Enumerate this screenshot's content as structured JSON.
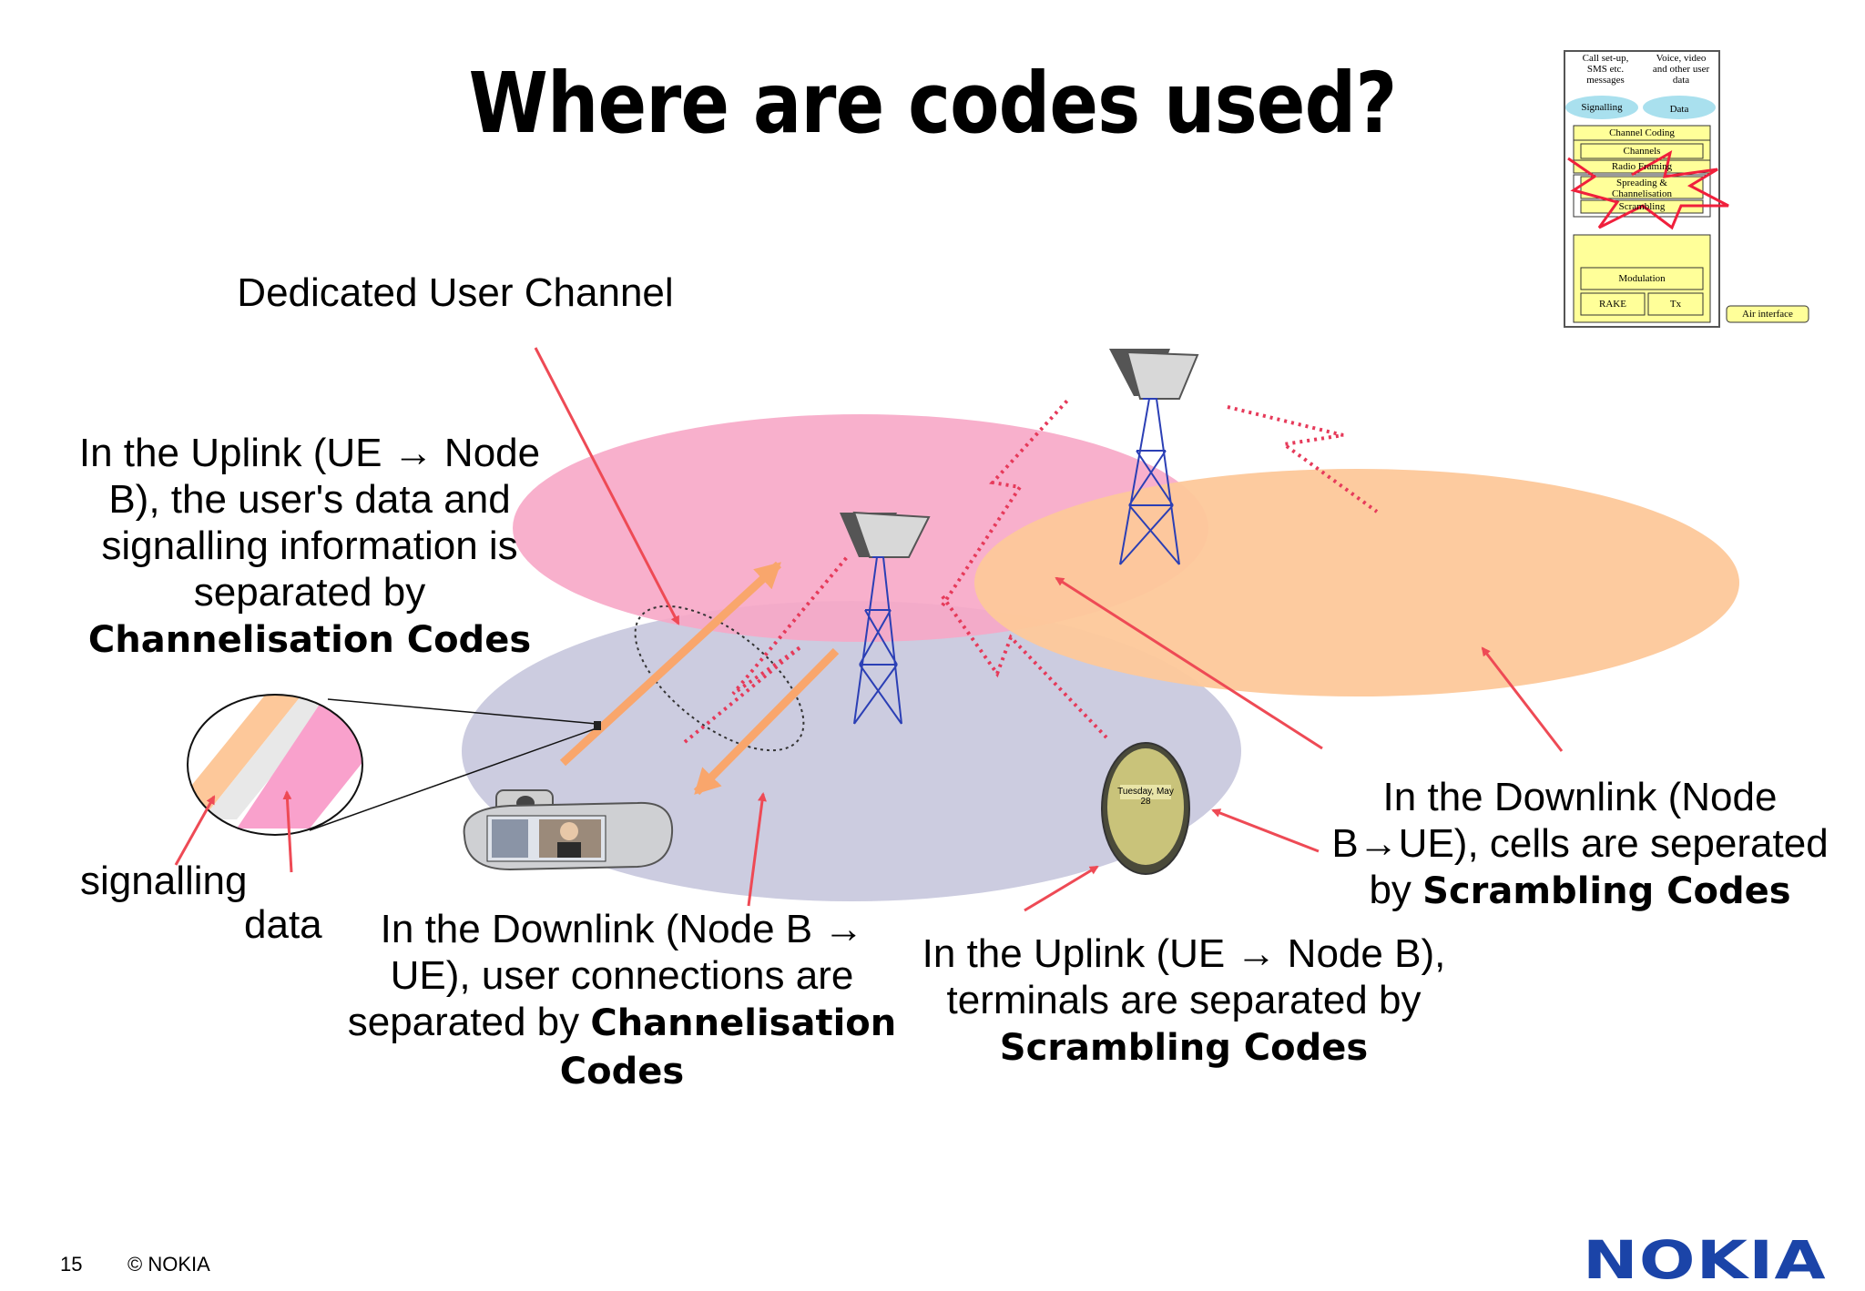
{
  "title": "Where are codes used?",
  "labels": {
    "dedicated_channel": "Dedicated User Channel",
    "uplink_channel_pre": "In the Uplink (UE → Node B), the user's data and signalling information is separated by ",
    "uplink_channel_bold": "Channelisation Codes",
    "signalling": "signalling",
    "data": "data",
    "downlink_channel_pre": "In the Downlink (Node B → UE), user connections are separated by ",
    "downlink_channel_bold": "Channelisation Codes",
    "uplink_scrambling_pre": "In the Uplink (UE → Node B), terminals are separated by ",
    "uplink_scrambling_bold": "Scrambling Codes",
    "downlink_scrambling_pre": "In the Downlink (Node B→UE), cells are seperated by ",
    "downlink_scrambling_bold": "Scrambling Codes"
  },
  "protocol_stack": {
    "col1": "Call set-up, SMS etc. messages",
    "col2": "Voice, video and other user data",
    "signalling": "Signalling",
    "data": "Data",
    "channel_coding": "Channel Coding",
    "channels": "Channels",
    "radio_framing": "Radio Framing",
    "spreading": "Spreading & Channelisation",
    "scrambling": "Scrambling",
    "modulation": "Modulation",
    "rake": "RAKE",
    "tx": "Tx",
    "air_interface": "Air interface"
  },
  "phone_screen": "Tuesday, May 28",
  "footer": {
    "page": "15",
    "copyright": "© NOKIA"
  },
  "logo": "NOKIA",
  "colors": {
    "pink_cell": "#f7a7c6",
    "orange_cell": "#fdc89a",
    "lavender_cell": "#cccce0",
    "arrow_red": "#ee4a55",
    "arrow_orange": "#f9a66c",
    "tower_blue": "#2b3fb5",
    "nokia_blue": "#1b44a8"
  }
}
